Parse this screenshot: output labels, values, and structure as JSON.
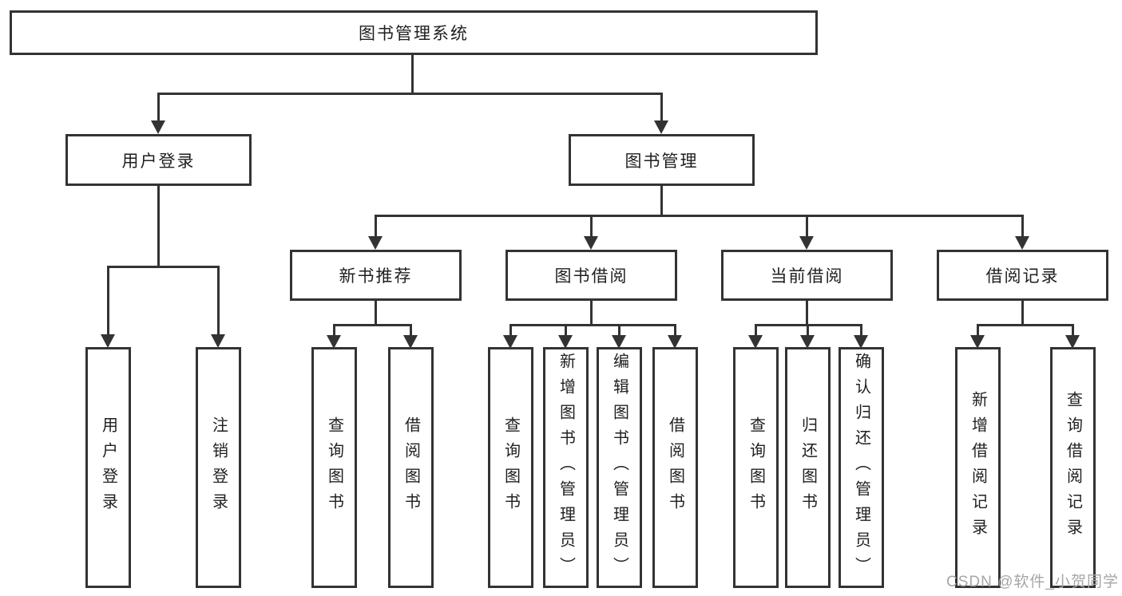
{
  "colors": {
    "line": "#333333",
    "text": "#1f1f1f",
    "bg": "#ffffff",
    "watermark": "#a6a6a6"
  },
  "tree": {
    "root": "图书管理系统",
    "user_login": {
      "label": "用户登录",
      "leaves": [
        "用户登录",
        "注销登录"
      ]
    },
    "book_mgmt": {
      "label": "图书管理",
      "sections": [
        {
          "label": "新书推荐",
          "leaves": [
            "查询图书",
            "借阅图书"
          ]
        },
        {
          "label": "图书借阅",
          "leaves": [
            "查询图书",
            "新增图书（管理员）",
            "编辑图书（管理员）",
            "借阅图书"
          ]
        },
        {
          "label": "当前借阅",
          "leaves": [
            "查询图书",
            "归还图书",
            "确认归还（管理员）"
          ]
        },
        {
          "label": "借阅记录",
          "leaves": [
            "新增借阅记录",
            "查询借阅记录"
          ]
        }
      ]
    }
  },
  "watermark": "CSDN @软件_小贺同学"
}
